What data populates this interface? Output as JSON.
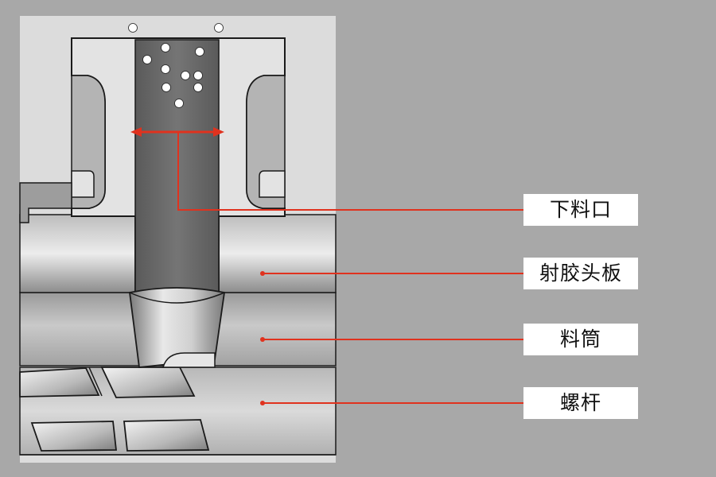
{
  "labels": {
    "hopper_opening": "下料口",
    "injection_head_plate": "射胶头板",
    "barrel": "料筒",
    "screw": "螺杆"
  },
  "colors": {
    "background": "#a8a8a8",
    "panel": "#dcdcdc",
    "leader_line": "#e0321e",
    "metal_dark": "#6e6e6e",
    "metal_light": "#d4d4d4",
    "outline": "#1a1a1a"
  }
}
